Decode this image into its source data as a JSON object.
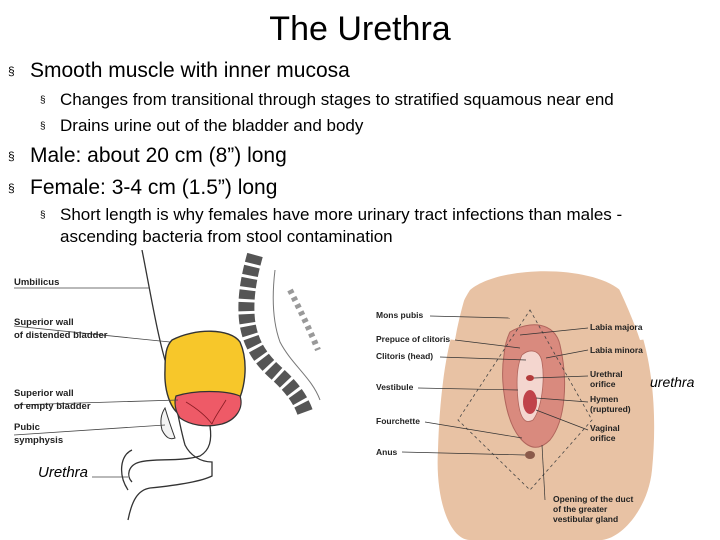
{
  "title": "The Urethra",
  "bullets": {
    "b1": "Smooth muscle with inner mucosa",
    "b1_sub1": "Changes from transitional through stages to stratified squamous near end",
    "b1_sub2": "Drains urine out of the bladder and body",
    "b2": "Male: about 20 cm (8”) long",
    "b3": "Female: 3-4 cm (1.5”) long",
    "b3_sub1_line1": "Short length is why females have more urinary tract infections than males -",
    "b3_sub1_line2": "ascending bacteria from stool contamination",
    "marker": "§"
  },
  "left_figure": {
    "labels": {
      "umbilicus": "Umbilicus",
      "sup_wall_dist_1": "Superior wall",
      "sup_wall_dist_2": "of distended bladder",
      "sup_wall_empty_1": "Superior wall",
      "sup_wall_empty_2": "of empty bladder",
      "pubic_1": "Pubic",
      "pubic_2": "symphysis"
    },
    "urethra_label": "Urethra",
    "colors": {
      "distended": "#f7c72a",
      "empty": "#ee5a67",
      "outline": "#333333"
    }
  },
  "right_figure": {
    "labels": {
      "mons_pubis": "Mons pubis",
      "prepuce": "Prepuce of clitoris",
      "clitoris": "Clitoris (head)",
      "vestibule": "Vestibule",
      "fourchette": "Fourchette",
      "anus": "Anus",
      "labia_majora": "Labia majora",
      "labia_minora": "Labia minora",
      "urethral_1": "Urethral",
      "urethral_2": "orifice",
      "hymen_1": "Hymen",
      "hymen_2": "(ruptured)",
      "vaginal_1": "Vaginal",
      "vaginal_2": "orifice",
      "opening_1": "Opening of the duct",
      "opening_2": "of the greater",
      "opening_3": "vestibular gland"
    },
    "urethra_label": "urethra",
    "colors": {
      "skin": "#e8c2a4",
      "tissue": "#d98a7e"
    }
  }
}
